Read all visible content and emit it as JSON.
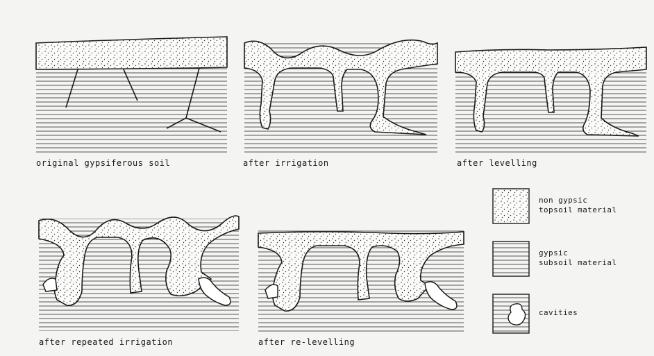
{
  "panels": [
    {
      "id": "original",
      "caption": "original gypsiferous soil"
    },
    {
      "id": "irrigation",
      "caption": "after irrigation"
    },
    {
      "id": "levelling",
      "caption": "after levelling"
    },
    {
      "id": "repeated",
      "caption": "after repeated irrigation"
    },
    {
      "id": "relevelling",
      "caption": "after re-levelling"
    }
  ],
  "legend": {
    "topsoil": {
      "line1": "non gypsic",
      "line2": "topsoil material"
    },
    "subsoil": {
      "line1": "gypsic",
      "line2": "subsoil material"
    },
    "cavities": {
      "line1": "cavities"
    }
  },
  "colors": {
    "ink": "#1a1a1a",
    "background": "#f4f4f2",
    "fill": "#ffffff"
  }
}
